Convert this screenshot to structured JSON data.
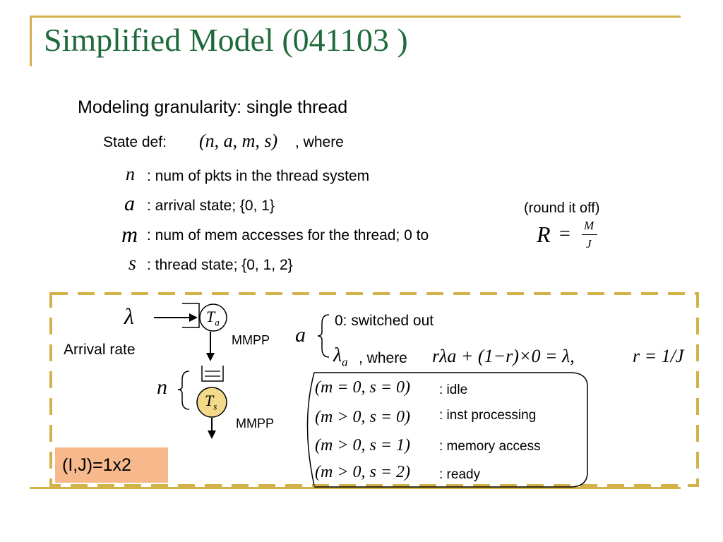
{
  "slide": {
    "title": "Simplified Model (041103 )",
    "heading": "Modeling granularity: single thread",
    "state_def_label": "State def:",
    "state_tuple": "(n, a, m, s)",
    "where_label": ", where",
    "definitions": [
      {
        "symbol": "n",
        "text": ": num of pkts in the thread system"
      },
      {
        "symbol": "a",
        "text": ": arrival state; {0, 1}"
      },
      {
        "symbol": "m",
        "text": ": num of mem accesses for the thread; 0 to"
      },
      {
        "symbol": "s",
        "text": ": thread state; {0, 1, 2}"
      }
    ],
    "round_note": "(round it off)",
    "R_symbol": "R",
    "R_num": "M",
    "R_den": "J"
  },
  "diagram": {
    "lambda": "λ",
    "arrival_rate_label": "Arrival rate",
    "Ta_T": "T",
    "Ta_sub": "a",
    "Ts_T": "T",
    "Ts_sub": "s",
    "mmpp_top": "MMPP",
    "mmpp_bottom": "MMPP",
    "n_symbol": "n",
    "a_symbol": "a",
    "a_case0": "0: switched out",
    "a_case1_lambda": "λ",
    "a_case1_sub": "a",
    "a_case1_where": ", where",
    "a_case1_formula": "rλa + (1−r)×0 = λ,",
    "r_formula": "r = 1/J",
    "states": [
      {
        "cond": "(m = 0, s = 0)",
        "label": ": idle"
      },
      {
        "cond": "(m > 0, s = 0)",
        "label": ": inst processing"
      },
      {
        "cond": "(m > 0, s = 1)",
        "label": ": memory access"
      },
      {
        "cond": "(m > 0, s = 2)",
        "label": ": ready"
      }
    ],
    "ij_note": "(I,J)=1x2"
  },
  "colors": {
    "title": "#1f6a3a",
    "frame": "#d4b24a",
    "dash": "#d4b24a",
    "ts_fill": "#f3d98a",
    "note_bg": "#f7b98b"
  }
}
